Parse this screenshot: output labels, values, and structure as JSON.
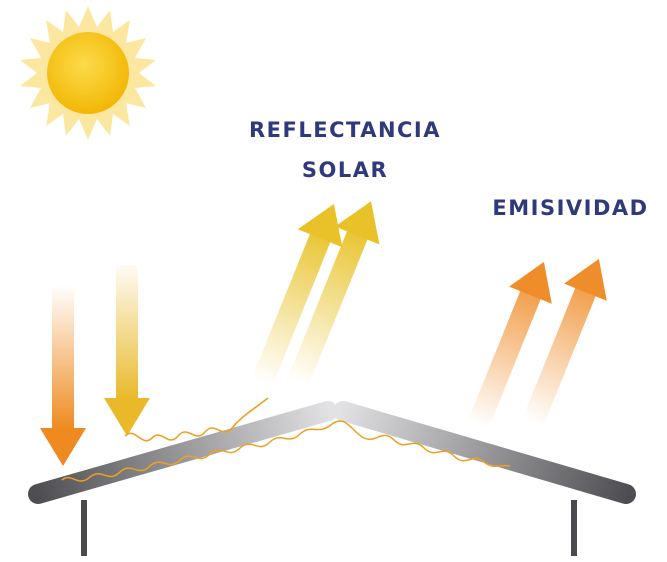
{
  "labels": {
    "reflectance_line1": "REFLECTANCIA",
    "reflectance_line2": "SOLAR",
    "emissivity": "EMISIVIDAD"
  },
  "colors": {
    "label_text": "#2f3a7c",
    "sun_core": "#f6c40f",
    "sun_rays": "#fbe7a0",
    "incoming_orange": "#ee8a1f",
    "incoming_yellow": "#e9b92a",
    "reflected_yellow": "#e8c228",
    "emitted_orange": "#ef8d2a",
    "roof_dark": "#555559",
    "roof_light": "#d7d7d9",
    "heat_wave": "#f0a020"
  },
  "icons": {
    "sun": "sun-icon"
  }
}
